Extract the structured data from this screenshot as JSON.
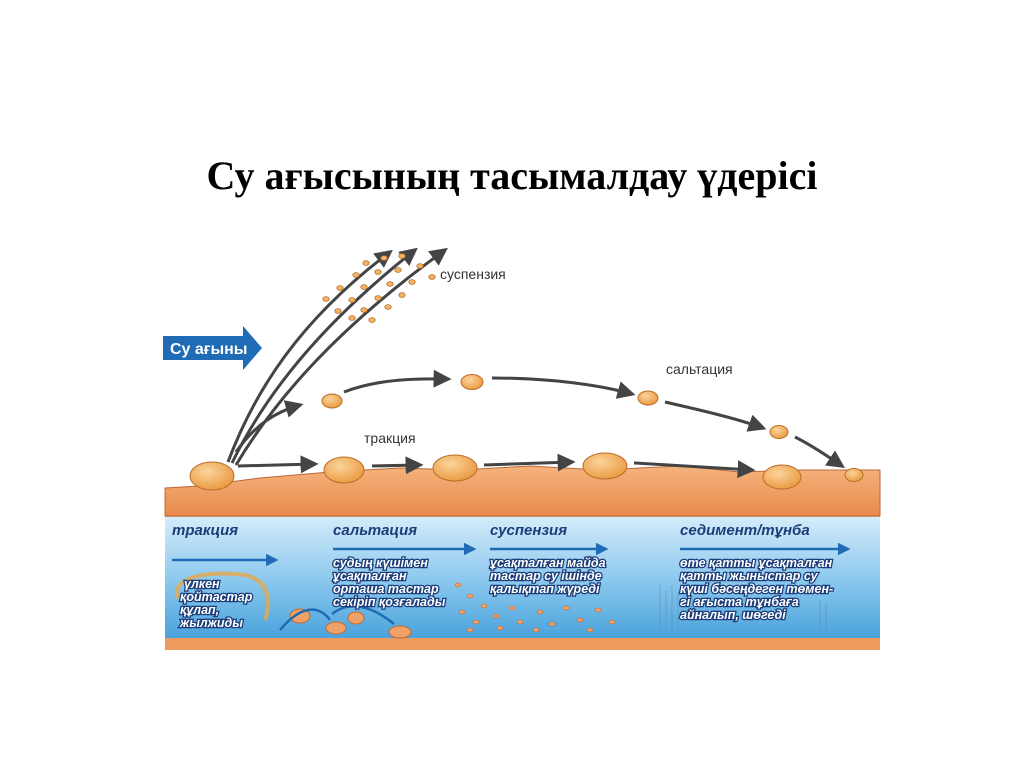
{
  "title": "Су ағысының тасымалдау үдерісі",
  "diagram": {
    "flow_label": "Су ағыны",
    "labels": {
      "suspension": "суспензия",
      "saltation": "сальтация",
      "traction": "тракция"
    },
    "panel": {
      "traction": {
        "heading": "тракция",
        "lines": [
          "үлкен",
          "қойтастар",
          "құлап,",
          "жылжиды"
        ]
      },
      "saltation": {
        "heading": "сальтация",
        "lines": [
          "судың күшімен",
          "ұсақталған",
          "орташа тастар",
          "секіріп қозғалады"
        ]
      },
      "suspension": {
        "heading": "суспензия",
        "lines": [
          "ұсақталған майда",
          "тастар су ішінде",
          "қалықтап жүреді"
        ]
      },
      "sediment": {
        "heading": "седимент/тұнба",
        "lines": [
          "өте қатты ұсақталған",
          "қатты жыныстар су",
          "күші бәсеңдеген төмен-",
          "гі ағыста тұнбаға",
          "айналып, шөгеді"
        ]
      }
    },
    "colors": {
      "flow_arrow": "#1f6bb5",
      "water_top": "#cfe7f8",
      "water": "#7fc0ea",
      "riverbed": "#f0a167",
      "pebble": "#f3b266",
      "arrow": "#444444"
    }
  }
}
